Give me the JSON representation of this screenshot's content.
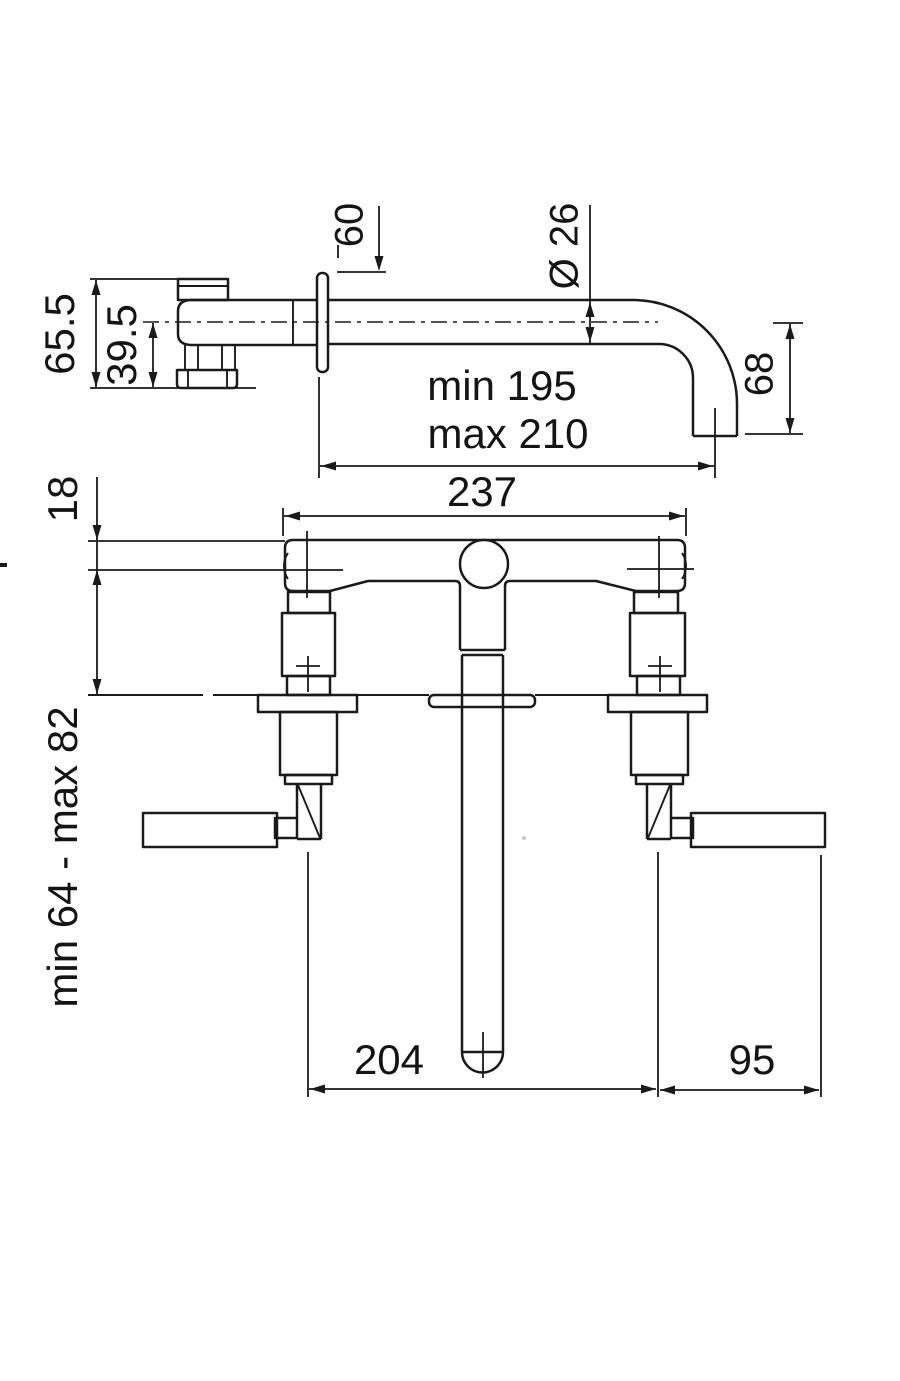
{
  "drawing": {
    "type": "faucet-technical-drawing",
    "colors": {
      "line": "#1a1a1a",
      "background": "#ffffff"
    },
    "side_view": {
      "dims": {
        "overall_height": "65.5",
        "center_height": "39.5",
        "wall_plate": "60",
        "spout_diameter": "Ø 26",
        "reach_min": "min 195",
        "reach_max": "max 210",
        "outlet_drop": "68"
      }
    },
    "front_view": {
      "dims": {
        "plate_to_center": "18",
        "bar_length": "237",
        "wall_depth_range": "min 64 - max 82",
        "handle_spacing": "204",
        "handle_length": "95"
      }
    }
  }
}
